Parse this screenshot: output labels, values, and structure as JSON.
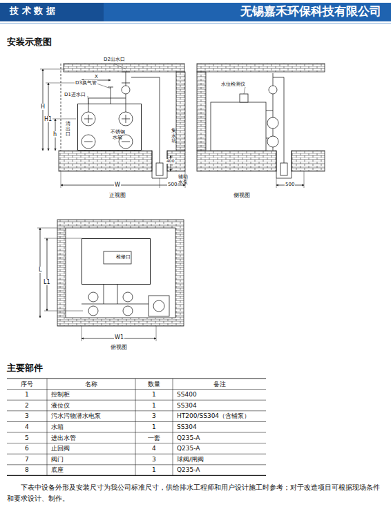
{
  "diagram": {
    "nodes": [
      {
        "text": [
          "不锈钢水箱"
        ]
      },
      {
        "text": [
          "检修口"
        ]
      }
    ],
    "labels": [
      "技 术 数 据",
      "无锡嘉禾环保科技有限公司",
      "安装示意图",
      "D2出水口",
      "X",
      "D3换气管",
      "D1进水口",
      "H",
      "H1",
      "h",
      "清出口",
      "集水坑",
      "400",
      "W",
      "500",
      "辅助水泵",
      "正视图",
      "水位检测仪",
      "500",
      "侧视图",
      "L",
      "L1",
      "W1",
      "俯视图",
      "主要部件",
      "序号",
      "名称",
      "数量",
      "备注",
      "1",
      "控制柜",
      "1",
      "SS400",
      "2",
      "液位仪",
      "1",
      "SS304",
      "3",
      "污水污物潜水电泵",
      "3",
      "HT200/SS304（含辅泵）",
      "4",
      "水箱",
      "1",
      "SS304",
      "5",
      "进出水管",
      "一套",
      "Q235-A",
      "6",
      "止回阀",
      "4",
      "Q235-A",
      "7",
      "阀门",
      "3",
      "球阀/闸阀",
      "8",
      "底座",
      "1",
      "Q235-A",
      "下表中设备外形及安装尺寸为我公司标准尺寸，供给排水工程师和用户设计施工时参考；对于改造项目可根据现场条件和要求设计、制作。"
    ]
  }
}
